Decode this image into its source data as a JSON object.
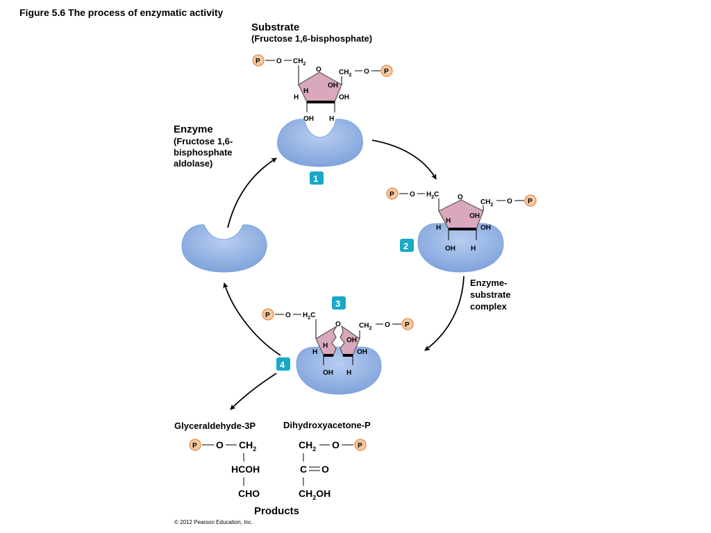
{
  "title": "Figure 5.6  The process of enzymatic activity",
  "substrate": {
    "label": "Substrate",
    "name": "(Fructose 1,6-bisphosphate)"
  },
  "enzyme": {
    "label": "Enzyme",
    "line1": "(Fructose 1,6-",
    "line2": "bisphosphate",
    "line3": "aldolase)"
  },
  "complex": {
    "line1": "Enzyme-",
    "line2": "substrate",
    "line3": "complex"
  },
  "steps": [
    "1",
    "2",
    "3",
    "4"
  ],
  "chem": {
    "P": "P",
    "O": "O",
    "H": "H",
    "OH": "OH",
    "CH2": "CH",
    "H2C": "H",
    "sub2": "2",
    "C": "C"
  },
  "products": {
    "label": "Products",
    "g3p": {
      "name": "Glyceraldehyde-3P",
      "row2": "HCOH",
      "row3": "CHO"
    },
    "dhap": {
      "name": "Dihydroxyacetone-P",
      "row2a": "C",
      "row2b": "O",
      "row3": "CH"
    }
  },
  "copyright": "© 2012 Pearson Education, Inc.",
  "colors": {
    "enzyme": "#8fb0e0",
    "ring": "#d9a8bd",
    "phosphate": "#f6c9a2",
    "step_badge": "#1aa8c7"
  }
}
